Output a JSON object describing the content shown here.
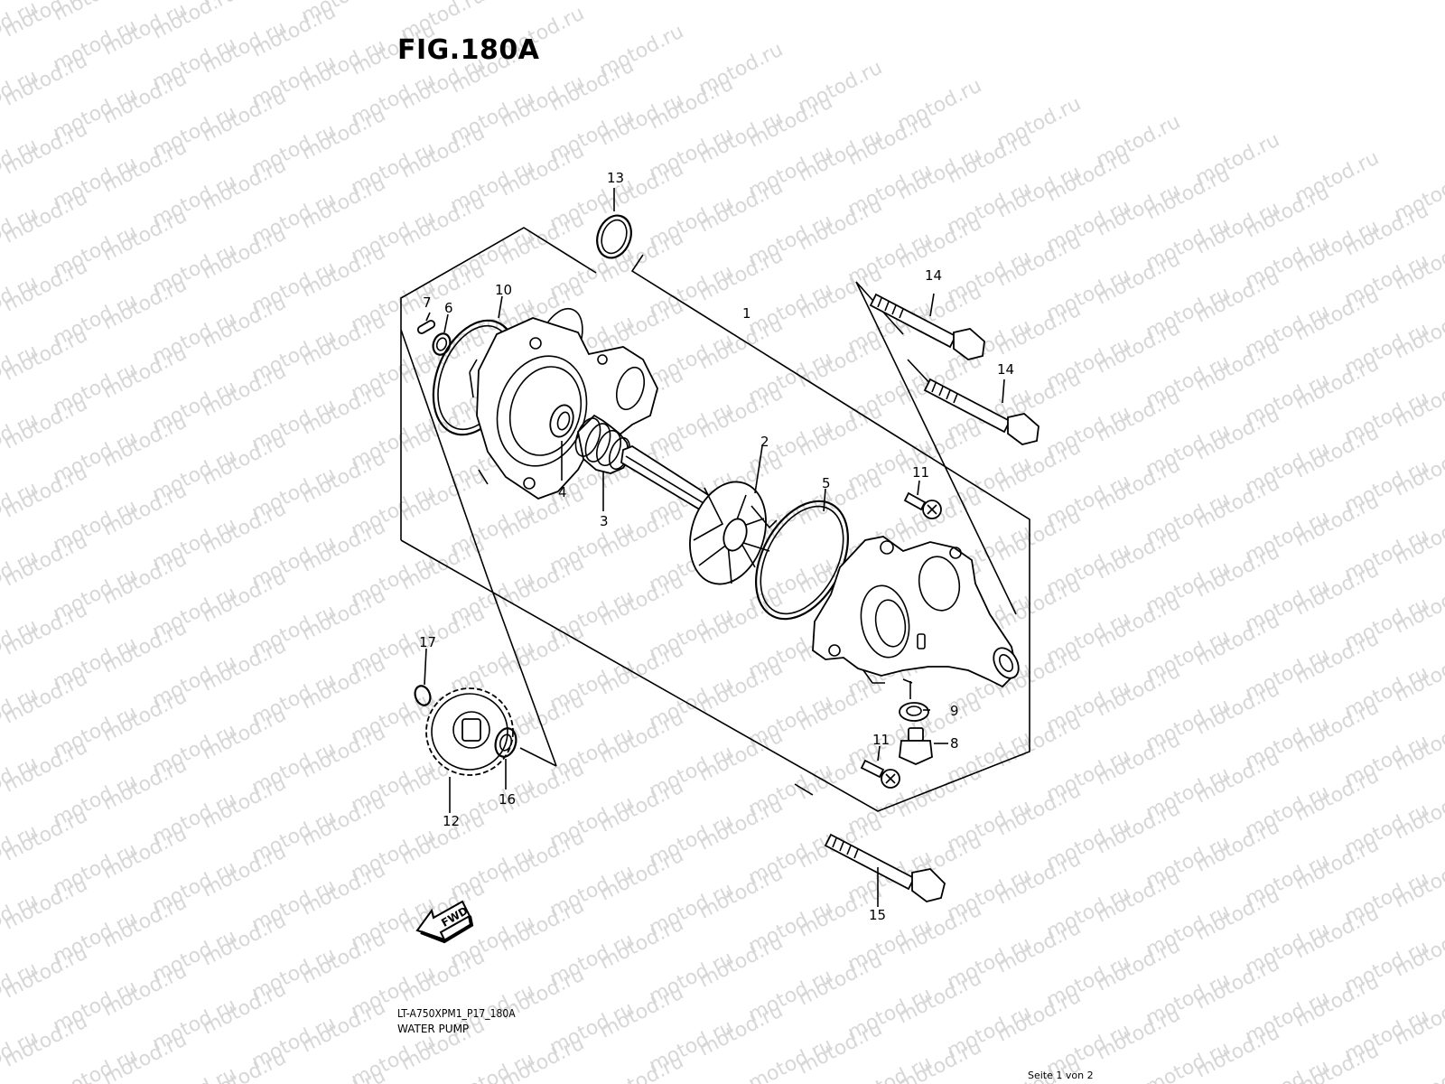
{
  "figure_title": "FIG.180A",
  "watermark_text": "motod.ru",
  "model_code": "LT-A750XPM1_P17_180A",
  "caption": "WATER PUMP",
  "page_note": "Seite 1 von 2",
  "fwd_label": "FWD",
  "callouts": [
    "13",
    "7",
    "6",
    "10",
    "1",
    "14",
    "14",
    "2",
    "5",
    "11",
    "4",
    "3",
    "17",
    "9",
    "11",
    "8",
    "16",
    "12",
    "15"
  ],
  "colors": {
    "watermark": "#d7d7d7",
    "lines": "#000000",
    "background": "#ffffff"
  }
}
